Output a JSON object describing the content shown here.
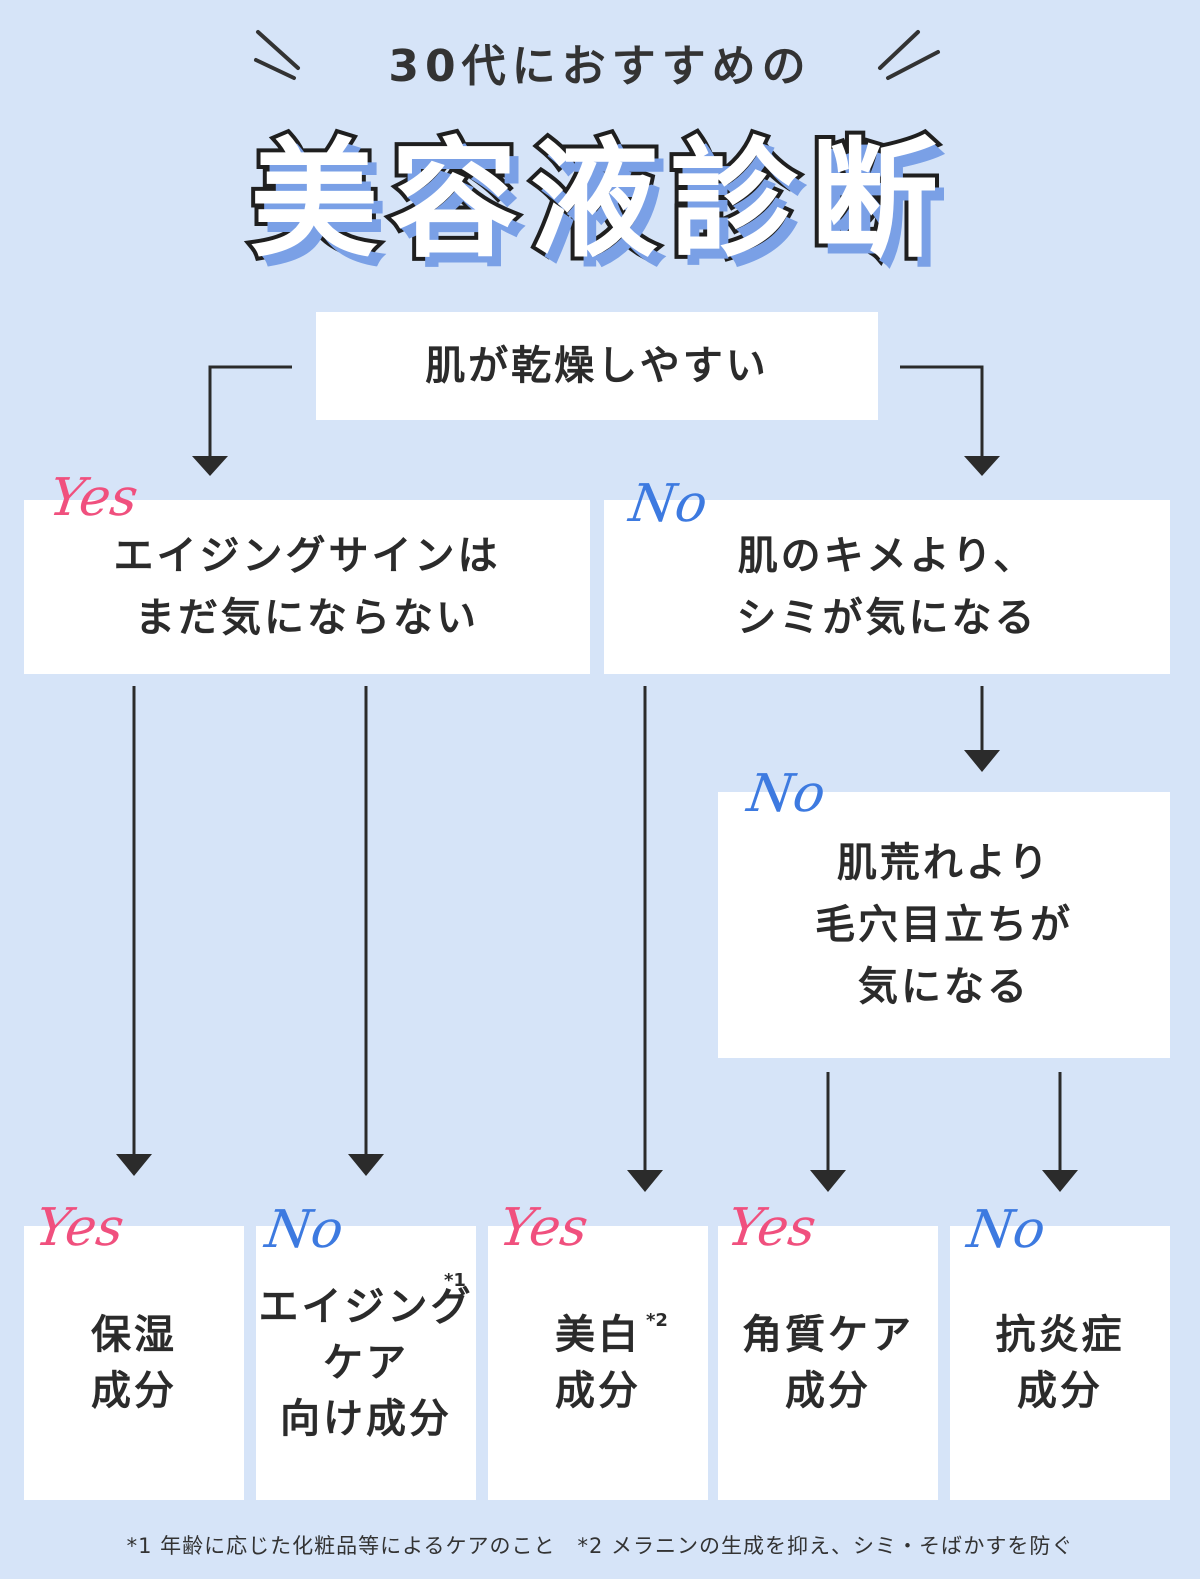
{
  "header": {
    "subtitle": "30代におすすめの",
    "title": "美容液診断"
  },
  "questions": {
    "q1": "肌が乾燥しやすい",
    "q2_line1": "エイジングサインは",
    "q2_line2": "まだ気にならない",
    "q3_line1": "肌のキメより、",
    "q3_line2": "シミが気になる",
    "q4_line1": "肌荒れより",
    "q4_line2": "毛穴目立ちが",
    "q4_line3": "気になる"
  },
  "branch_labels": {
    "yes": "Yes",
    "no": "No"
  },
  "results": [
    {
      "line1": "保湿",
      "line2": "成分",
      "line3": "",
      "note": ""
    },
    {
      "line1": "エイジング",
      "line2": "ケア",
      "line3": "向け成分",
      "note": "*1"
    },
    {
      "line1": "美白",
      "line2": "成分",
      "line3": "",
      "note": "*2"
    },
    {
      "line1": "角質ケア",
      "line2": "成分",
      "line3": "",
      "note": ""
    },
    {
      "line1": "抗炎症",
      "line2": "成分",
      "line3": "",
      "note": ""
    }
  ],
  "footnote": "*1 年齢に応じた化粧品等によるケアのこと　*2 メラニンの生成を抑え、シミ・そばかすを防ぐ",
  "colors": {
    "background": "#d6e4f8",
    "yes": "#f0507e",
    "no": "#3d7ae0",
    "title_shadow": "#7aa0e6"
  }
}
